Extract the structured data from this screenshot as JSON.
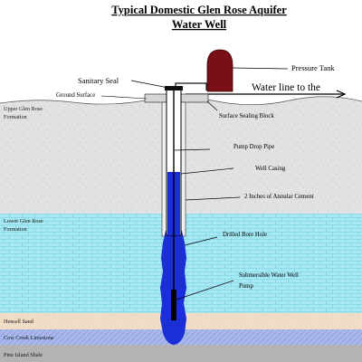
{
  "title": {
    "line1": "Typical Domestic Glen Rose Aquifer",
    "line2": "Water Well"
  },
  "labels": {
    "pressure_tank": "Pressure Tank",
    "sanitary_seal": "Sanitary Seal",
    "ground_surface": "Ground Surface",
    "water_line": "Water line to the",
    "surface_sealing_block": "Surface Sealing Block",
    "pump_drop_pipe": "Pump Drop Pipe",
    "well_casing": "Well Casing",
    "annular_cement": "2 Inches of Annular Cement",
    "drilled_bore_hole": "Drilled Bore Hole",
    "submersible_pump_line1": "Submersible Water Well",
    "submersible_pump_line2": "Pump"
  },
  "strata": {
    "upper_glen_rose_line1": "Upper Glen Rose",
    "upper_glen_rose_line2": "Formation",
    "lower_glen_rose_line1": "Lower Glen Rose",
    "lower_glen_rose_line2": "Formation",
    "hensell_sand": "Hensell Sand",
    "cow_creek": "Cow Creek Limestone",
    "pine_island": "Pine Island Shale"
  },
  "colors": {
    "tank": "#7a0f16",
    "water": "#1b2fd6",
    "aquifer": "#a8e8f2",
    "upper_rock": "#e2e2e2",
    "sand": "#f1dcc6",
    "cow_creek": "#9fb0e6",
    "shale": "#b3b3b3"
  }
}
